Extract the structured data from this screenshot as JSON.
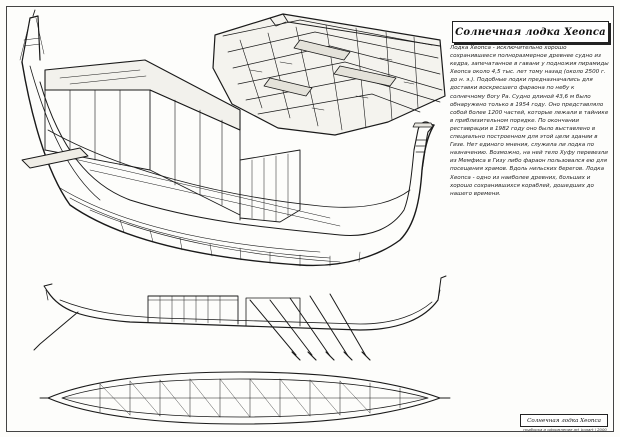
{
  "title": "Солнечная лодка Хеопса",
  "description": "Лодка Хеопса - исключительно хорошо сохранившееся полноразмерное древнее судно из кедра, запечатанное в гавани у подножия пирамиды Хеопса около 4,5 тыс. лет тому назад (около 2500 г. до н. э.). Подобные лодки предназначались для доставки воскресшего фараона по небу к солнечному богу Ра. Судно длиной 43,6 м было обнаружено только в 1954 году. Оно представляло собой более 1200 частей, которые лежали в тайнике в приблизительном порядке. По окончании реставрации в 1982 году оно было выставлено в специально построенном для этой цели здании в Гизе. Нет единого мнения, служила ли лодка по назначению. Возможно, на ней тело Хуфу перевезли из Мемфиса в Гизу либо фараон пользовался ею для посещения храмов. Вдоль нильских берегов. Лодка Хеопса - одно из наиболее древних, больших и хорошо сохранившихся кораблей, дошедших до нашего времени.",
  "stamp": "Солнечная лодка Хеопса",
  "credit": "подборка и оформление art_bogart | 2000",
  "colors": {
    "ink": "#1a1a1a",
    "paper": "#fdfdfb",
    "hatch": "#555555"
  }
}
